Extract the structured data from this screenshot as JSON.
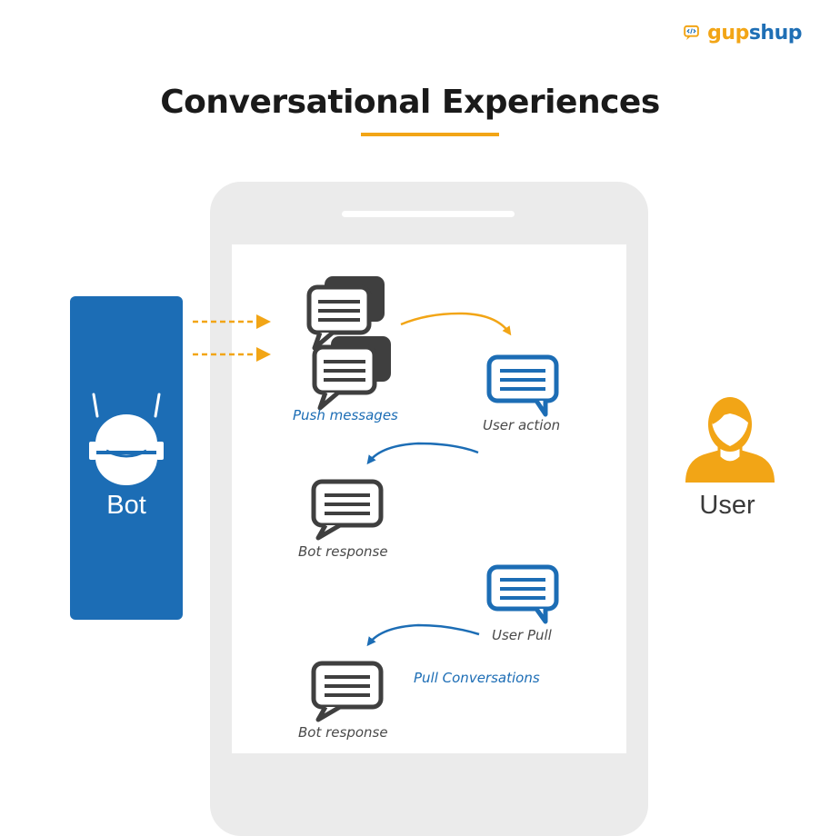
{
  "brand": {
    "word_part1": "gup",
    "word_part2": "shup"
  },
  "title": "Conversational Experiences",
  "actors": {
    "bot": "Bot",
    "user": "User"
  },
  "labels": {
    "push_messages": "Push messages",
    "user_action": "User action",
    "bot_response_1": "Bot response",
    "user_pull": "User Pull",
    "pull_conversations": "Pull Conversations",
    "bot_response_2": "Bot response"
  },
  "colors": {
    "accent_orange": "#f2a516",
    "brand_blue": "#1c6db5",
    "dark_bubble": "#4a4a4a",
    "phone_gray": "#ebebeb"
  }
}
